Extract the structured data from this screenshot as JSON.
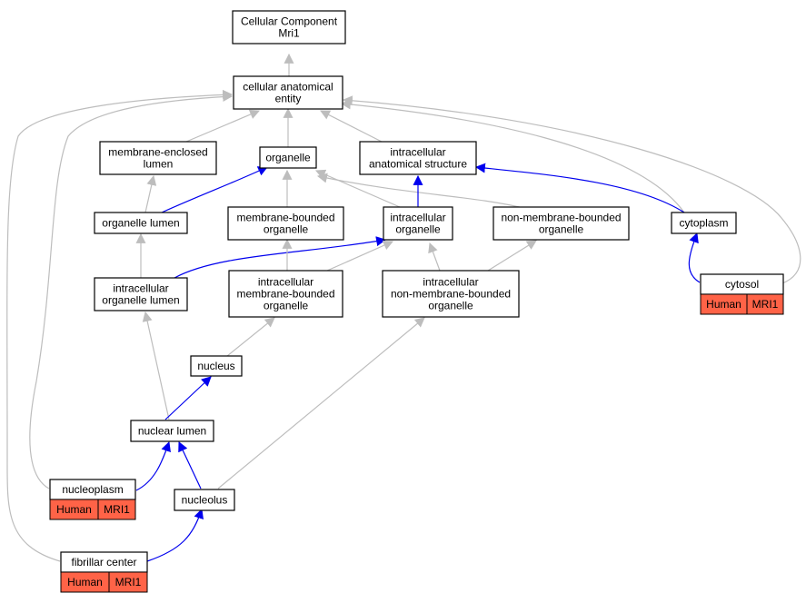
{
  "colors": {
    "is_a_edge": "#bdbdbd",
    "part_of_edge": "#0000ee",
    "annotation_fill": "#ff6347"
  },
  "nodes": {
    "root": [
      "Cellular Component",
      "Mri1"
    ],
    "cae": [
      "cellular anatomical",
      "entity"
    ],
    "mel": [
      "membrane-enclosed",
      "lumen"
    ],
    "org": [
      "organelle"
    ],
    "ias": [
      "intracellular",
      "anatomical structure"
    ],
    "orgl": [
      "organelle lumen"
    ],
    "mbo": [
      "membrane-bounded",
      "organelle"
    ],
    "io": [
      "intracellular",
      "organelle"
    ],
    "nmbo": [
      "non-membrane-bounded",
      "organelle"
    ],
    "cyto": [
      "cytoplasm"
    ],
    "iol": [
      "intracellular",
      "organelle lumen"
    ],
    "imbo": [
      "intracellular",
      "membrane-bounded",
      "organelle"
    ],
    "inmbo": [
      "intracellular",
      "non-membrane-bounded",
      "organelle"
    ],
    "cytosol": [
      "cytosol"
    ],
    "nucleus": [
      "nucleus"
    ],
    "nl": [
      "nuclear lumen"
    ],
    "np": [
      "nucleoplasm"
    ],
    "nucleolus": [
      "nucleolus"
    ],
    "fc": [
      "fibrillar center"
    ]
  },
  "annotations": {
    "cytosol": [
      "Human",
      "MRI1"
    ],
    "np": [
      "Human",
      "MRI1"
    ],
    "fc": [
      "Human",
      "MRI1"
    ]
  }
}
